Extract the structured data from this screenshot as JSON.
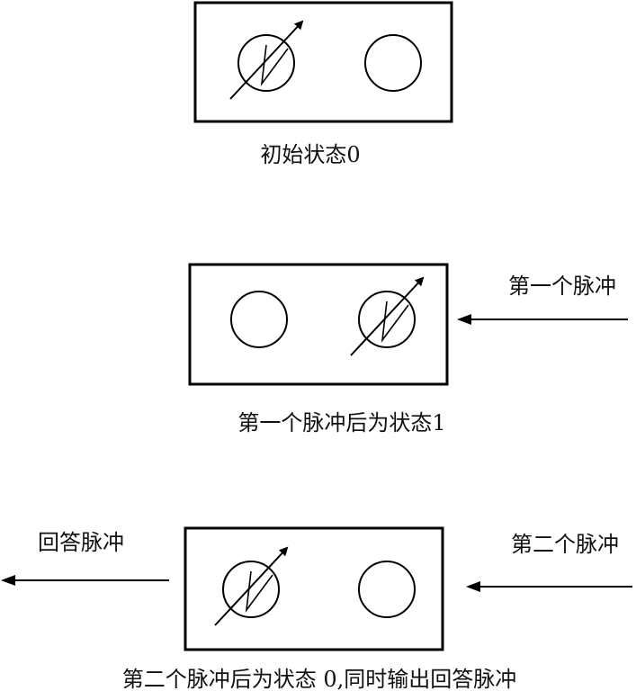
{
  "states": [
    {
      "caption": "初始状态0",
      "active_lamp": 1
    },
    {
      "caption": "第一个脉冲后为状态1",
      "active_lamp": 2,
      "input_label": "第一个脉冲"
    },
    {
      "caption": "第二个脉冲后为状态 0,同时输出回答脉冲",
      "active_lamp": 1,
      "input_label": "第二个脉冲",
      "output_label": "回答脉冲"
    }
  ],
  "colors": {
    "stroke": "#000000",
    "background": "#ffffff"
  }
}
